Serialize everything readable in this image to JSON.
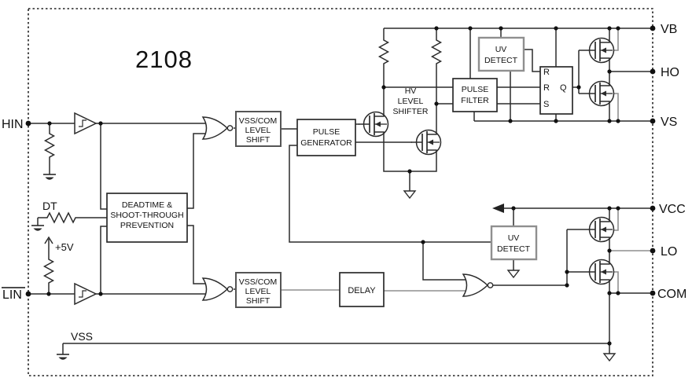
{
  "title": "2108",
  "pins": {
    "hin": "HIN",
    "lin": "LIN",
    "vb": "VB",
    "ho": "HO",
    "vs": "VS",
    "vcc": "VCC",
    "lo": "LO",
    "com": "COM"
  },
  "labels": {
    "dt": "DT",
    "plus5v": "+5V",
    "vss": "VSS"
  },
  "blocks": {
    "deadtime": [
      "DEADTIME &",
      "SHOOT-THROUGH",
      "PREVENTION"
    ],
    "vss_com_shift_top": [
      "VSS/COM",
      "LEVEL",
      "SHIFT"
    ],
    "vss_com_shift_bottom": [
      "VSS/COM",
      "LEVEL",
      "SHIFT"
    ],
    "pulse_generator": [
      "PULSE",
      "GENERATOR"
    ],
    "hv_level_shifter": [
      "HV",
      "LEVEL",
      "SHIFTER"
    ],
    "pulse_filter": [
      "PULSE",
      "FILTER"
    ],
    "uv_detect_top": [
      "UV",
      "DETECT"
    ],
    "uv_detect_bottom": [
      "UV",
      "DETECT"
    ],
    "delay": "DELAY",
    "latch": {
      "r1": "R",
      "r2": "R",
      "s": "S",
      "q": "Q"
    }
  },
  "colors": {
    "wire": "#2b2b2b",
    "gray_wire": "#8f8f8f",
    "text": "#111111",
    "background": "#ffffff"
  }
}
